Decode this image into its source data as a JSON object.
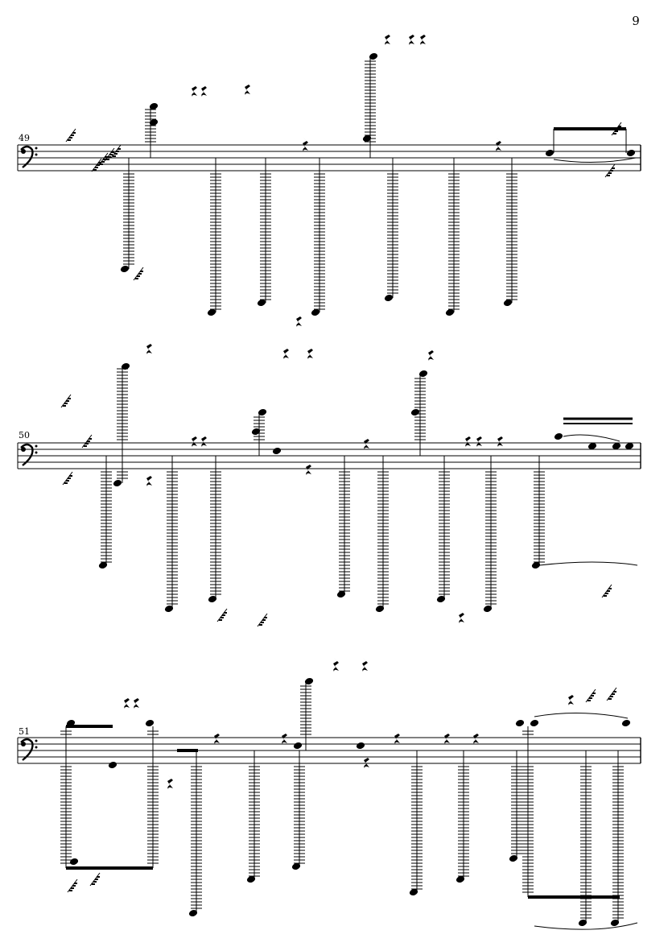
{
  "page": {
    "number": "9"
  },
  "systems": [
    {
      "measure_number": "49"
    },
    {
      "measure_number": "50"
    },
    {
      "measure_number": "51"
    }
  ],
  "notation": {
    "clef": "bass-clef",
    "staff_lines": 5,
    "color": "#000000"
  }
}
